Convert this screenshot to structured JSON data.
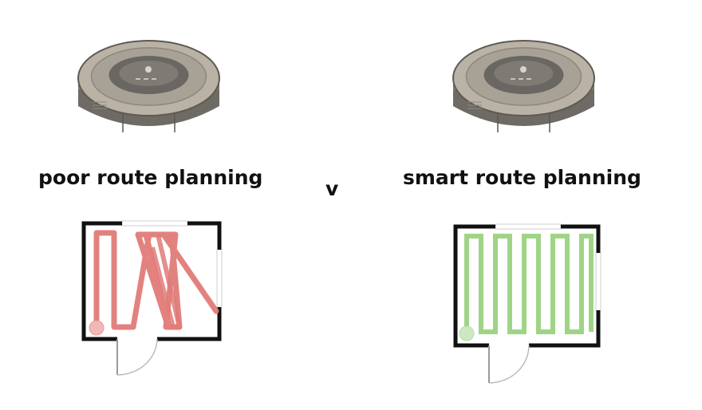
{
  "left": {
    "caption": "poor route planning",
    "path_color": "#e07b78",
    "dot_color": "#f2b8b8"
  },
  "right": {
    "caption": "smart route planning",
    "path_color": "#9fd486",
    "dot_color": "#cde8c2"
  },
  "versus": "v",
  "colors": {
    "wall": "#111111",
    "window": "#cfcfcf",
    "robot_body": "#b9b2a5",
    "robot_side": "#6e6a64"
  }
}
